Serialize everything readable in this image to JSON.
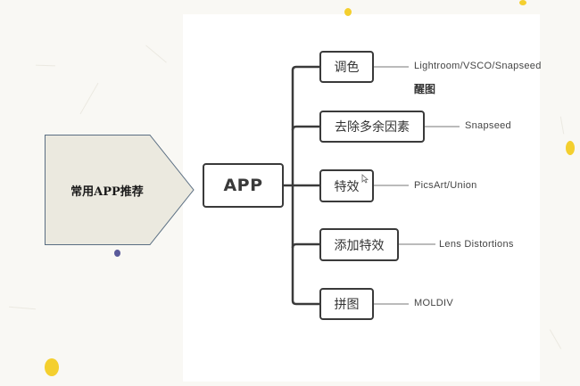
{
  "diagram": {
    "source_shape": {
      "label": "常用APP推荐",
      "fill": "#ebe9df",
      "stroke": "#5a6e82"
    },
    "root": {
      "label": "APP"
    },
    "branches": [
      {
        "label": "调色",
        "leaf": "Lightroom/VSCO/Snapseed",
        "note": "醒图"
      },
      {
        "label": "去除多余因素",
        "leaf": "Snapseed"
      },
      {
        "label": "特效",
        "leaf": "PicsArt/Union"
      },
      {
        "label": "添加特效",
        "leaf": "Lens Distortions"
      },
      {
        "label": "拼图",
        "leaf": "MOLDIV"
      }
    ]
  },
  "colors": {
    "node_border": "#3a3a3a",
    "connector": "#3a3a3a",
    "leaf_connector": "#777777",
    "accent_dot_yellow": "#f4cf2e",
    "accent_dot_blue": "#5a5a9a"
  },
  "icons": {
    "cursor": "mouse-pointer-icon"
  }
}
